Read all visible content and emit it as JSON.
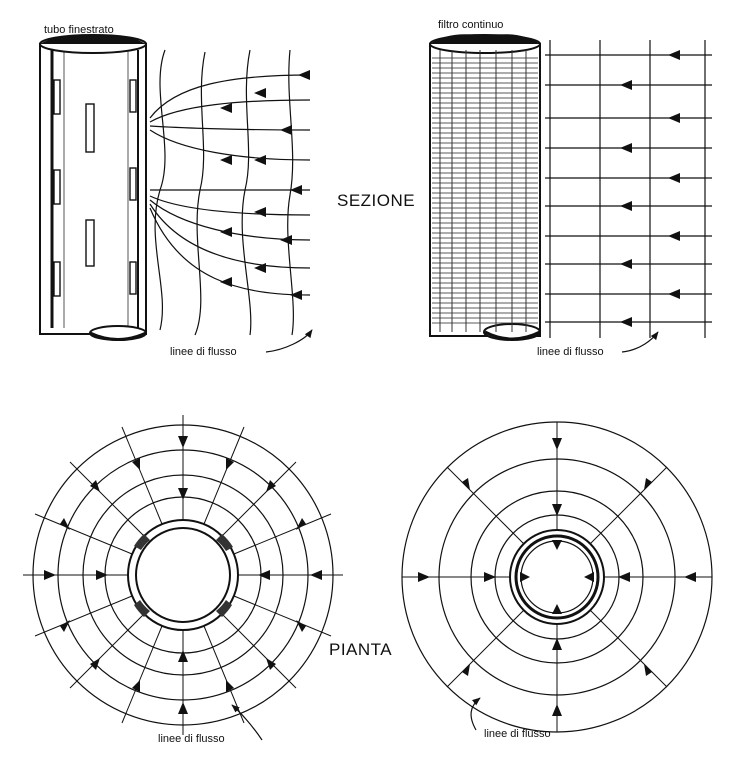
{
  "labels": {
    "slotted_pipe": "tubo finestrato",
    "continuous_filter": "filtro continuo",
    "section": "SEZIONE",
    "plan": "PIANTA",
    "flow_lines_top_left": "linee di flusso",
    "flow_lines_top_right": "linee di flusso",
    "flow_lines_bottom_left": "linee di flusso",
    "flow_lines_bottom_right": "linee di flusso"
  }
}
